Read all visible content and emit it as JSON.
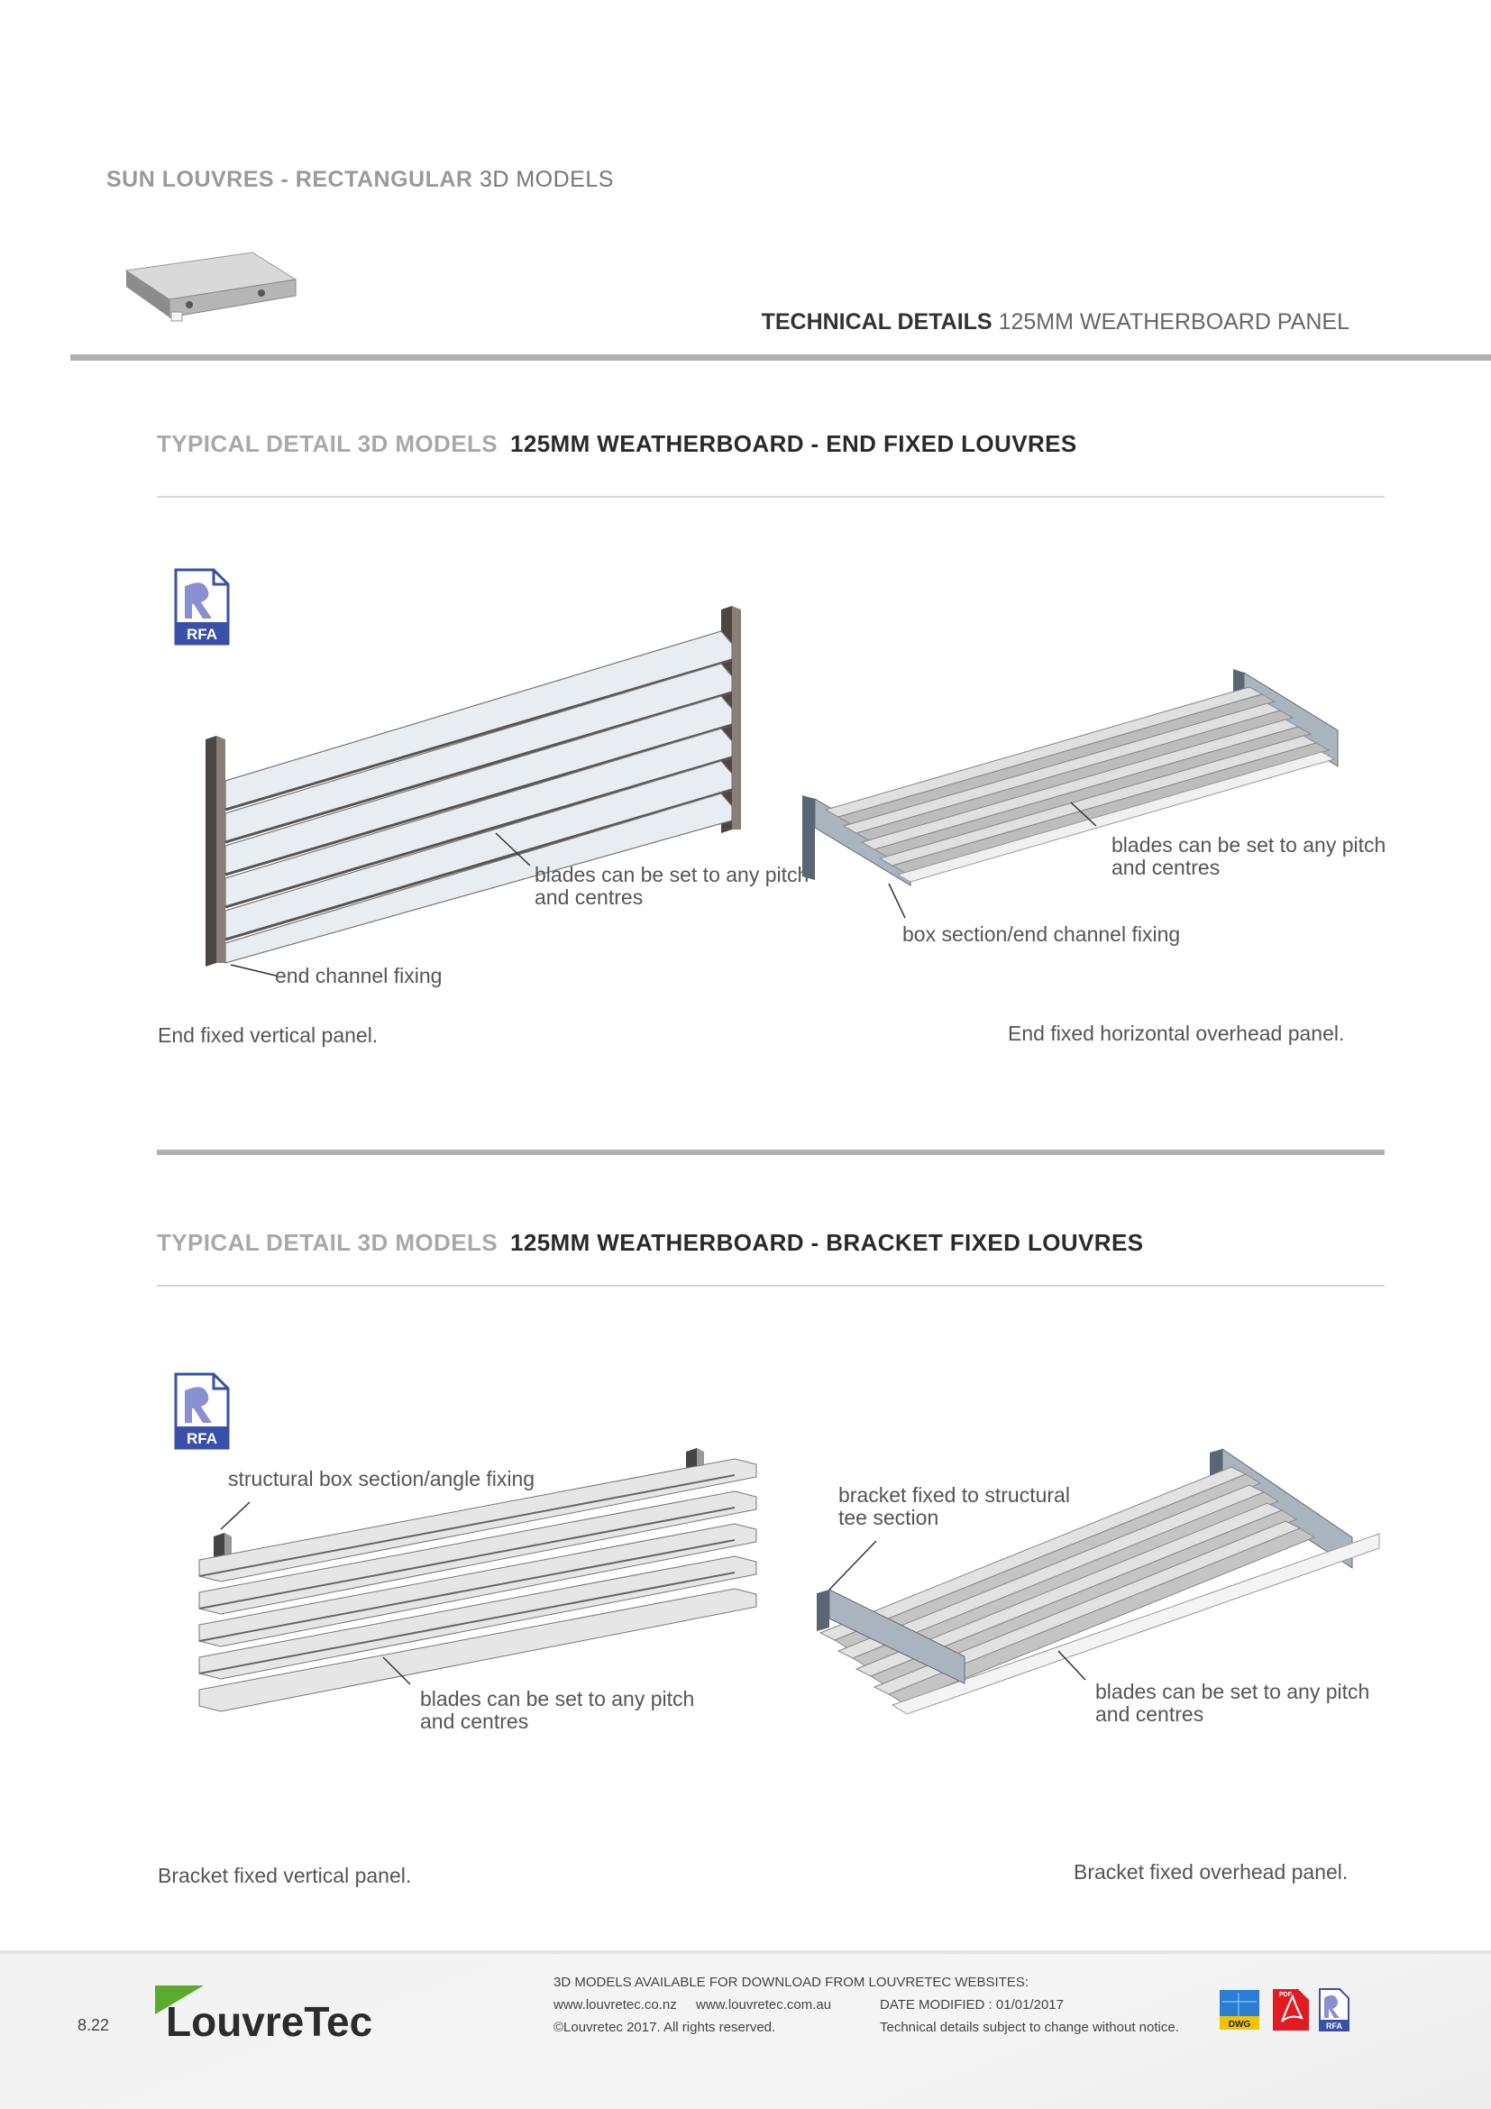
{
  "header": {
    "title_bold": "SUN LOUVRES - RECTANGULAR",
    "title_light": "3D MODELS",
    "tech_bold": "TECHNICAL DETAILS",
    "tech_light": "125MM WEATHERBOARD PANEL"
  },
  "section1": {
    "prefix": "TYPICAL DETAIL 3D MODELS",
    "title": "125MM WEATHERBOARD - END FIXED LOUVRES",
    "rfa_label": "RFA",
    "left": {
      "blades_line1": "blades can be set to any pitch",
      "blades_line2": "and centres",
      "fixing": "end channel fixing",
      "caption": "End fixed vertical panel."
    },
    "right": {
      "blades_line1": "blades can be set to any pitch",
      "blades_line2": "and centres",
      "fixing": "box section/end channel fixing",
      "caption": "End fixed horizontal overhead panel."
    }
  },
  "section2": {
    "prefix": "TYPICAL DETAIL 3D MODELS",
    "title": "125MM WEATHERBOARD - BRACKET FIXED LOUVRES",
    "rfa_label": "RFA",
    "left": {
      "fixing": "structural box section/angle fixing",
      "blades_line1": "blades can be set to any pitch",
      "blades_line2": "and centres",
      "caption": "Bracket fixed vertical panel."
    },
    "right": {
      "fixing_line1": "bracket fixed to structural",
      "fixing_line2": "tee section",
      "blades_line1": "blades can be set to any pitch",
      "blades_line2": "and centres",
      "caption": "Bracket fixed overhead panel."
    }
  },
  "footer": {
    "page_number": "8.22",
    "logo_text": "LouvreTec",
    "downloads_heading": "3D MODELS AVAILABLE FOR DOWNLOAD FROM LOUVRETEC WEBSITES:",
    "site_nz": "www.louvretec.co.nz",
    "site_au": "www.louvretec.com.au",
    "date_modified": "DATE MODIFIED : 01/01/2017",
    "copyright": "©Louvretec 2017. All rights reserved.",
    "disclaimer": "Technical details subject to change without notice.",
    "icon_dwg": "DWG",
    "icon_pdf": "PDF",
    "icon_rfa": "RFA"
  },
  "colors": {
    "rfa_blue": "#3a4fa8",
    "logo_green": "#5aab2e",
    "rule_grey": "#b0b0b0"
  }
}
